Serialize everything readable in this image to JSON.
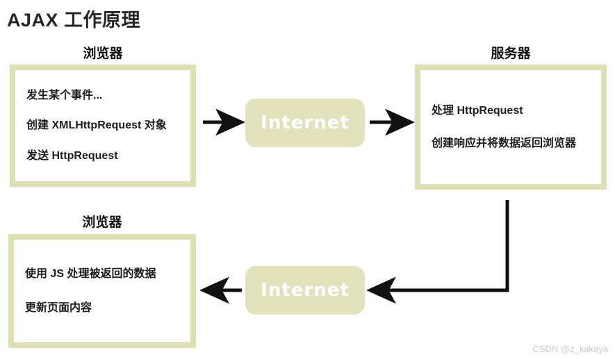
{
  "title": "AJAX 工作原理",
  "colors": {
    "frame": "#dfdfb4",
    "cloud_fill": "#e2e2bd",
    "cloud_text": "#ffffff",
    "arrow": "#111111",
    "background": "#ffffff",
    "text": "#1a1a1a",
    "watermark": "#c9c9c9"
  },
  "nodes": {
    "browser_top": {
      "label": "浏览器",
      "lines": [
        "发生某个事件...",
        "创建 XMLHttpRequest 对象",
        "发送 HttpRequest"
      ]
    },
    "server": {
      "label": "服务器",
      "lines": [
        "处理 HttpRequest",
        "创建响应并将数据返回浏览器"
      ]
    },
    "browser_bottom": {
      "label": "浏览器",
      "lines": [
        "使用 JS 处理被返回的数据",
        "更新页面内容"
      ]
    },
    "internet_top": {
      "label": "Internet"
    },
    "internet_bottom": {
      "label": "Internet"
    }
  },
  "connectors": [
    {
      "name": "browser-to-internet-top",
      "direction": "right"
    },
    {
      "name": "internet-top-to-server",
      "direction": "right"
    },
    {
      "name": "server-to-internet-bottom",
      "direction": "elbow-down-left"
    },
    {
      "name": "internet-bottom-to-browser",
      "direction": "left"
    }
  ],
  "watermark": "CSDN @z_kakaya"
}
